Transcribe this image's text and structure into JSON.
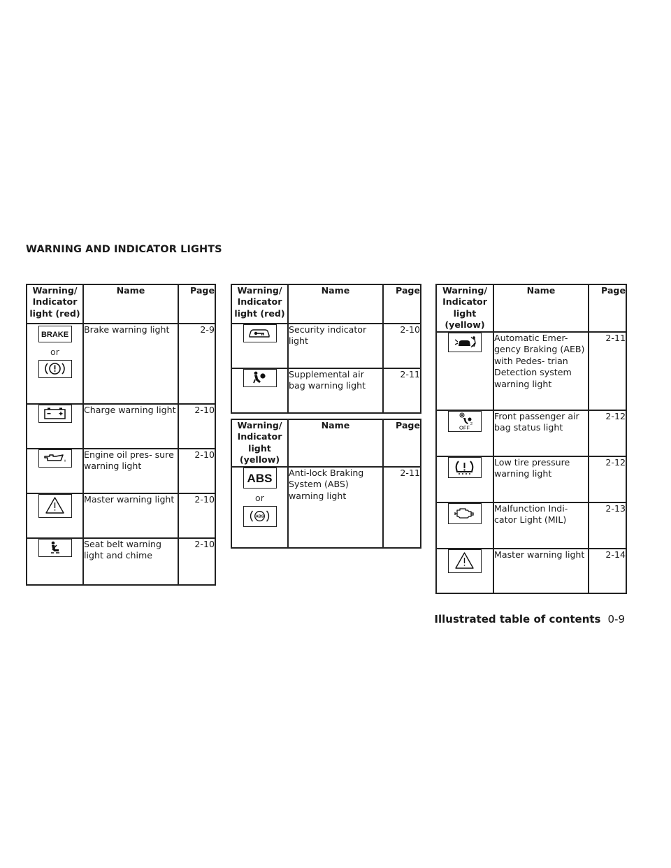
{
  "section_title": "WARNING AND INDICATOR LIGHTS",
  "table_red_1": {
    "header": {
      "indicator": "Warning/ Indicator light (red)",
      "name": "Name",
      "page": "Page"
    },
    "rows": [
      {
        "name": "Brake warning light",
        "page": "2-9",
        "or": "or",
        "icon_text": "BRAKE"
      },
      {
        "name": "Charge warning light",
        "page": "2-10"
      },
      {
        "name": "Engine oil pres- sure warning light",
        "page": "2-10"
      },
      {
        "name": "Master warning light",
        "page": "2-10"
      },
      {
        "name": "Seat belt warning light and chime",
        "page": "2-10"
      }
    ]
  },
  "table_red_2": {
    "header": {
      "indicator": "Warning/ Indicator light (red)",
      "name": "Name",
      "page": "Page"
    },
    "rows": [
      {
        "name": "Security indicator light",
        "page": "2-10"
      },
      {
        "name": "Supplemental air bag warning light",
        "page": "2-11"
      }
    ]
  },
  "table_yellow_1": {
    "header": {
      "indicator": "Warning/ Indicator light (yellow)",
      "name": "Name",
      "page": "Page"
    },
    "rows": [
      {
        "name": "Anti-lock Braking System (ABS) warning light",
        "page": "2-11",
        "or": "or",
        "icon_text": "ABS",
        "icon_text_small": "ABS"
      }
    ]
  },
  "table_yellow_2": {
    "header": {
      "indicator": "Warning/ Indicator light (yellow)",
      "name": "Name",
      "page": "Page"
    },
    "rows": [
      {
        "name": "Automatic Emer- gency Braking (AEB) with Pedes- trian Detection system warning light",
        "page": "2-11"
      },
      {
        "name": "Front passenger air bag status light",
        "page": "2-12",
        "icon_text": "OFF",
        "icon_sub": "2"
      },
      {
        "name": "Low tire pressure warning light",
        "page": "2-12"
      },
      {
        "name": "Malfunction Indi- cator Light (MIL)",
        "page": "2-13"
      },
      {
        "name": "Master warning light",
        "page": "2-14"
      }
    ]
  },
  "footer": {
    "title": "Illustrated table of contents",
    "page": "0-9"
  }
}
